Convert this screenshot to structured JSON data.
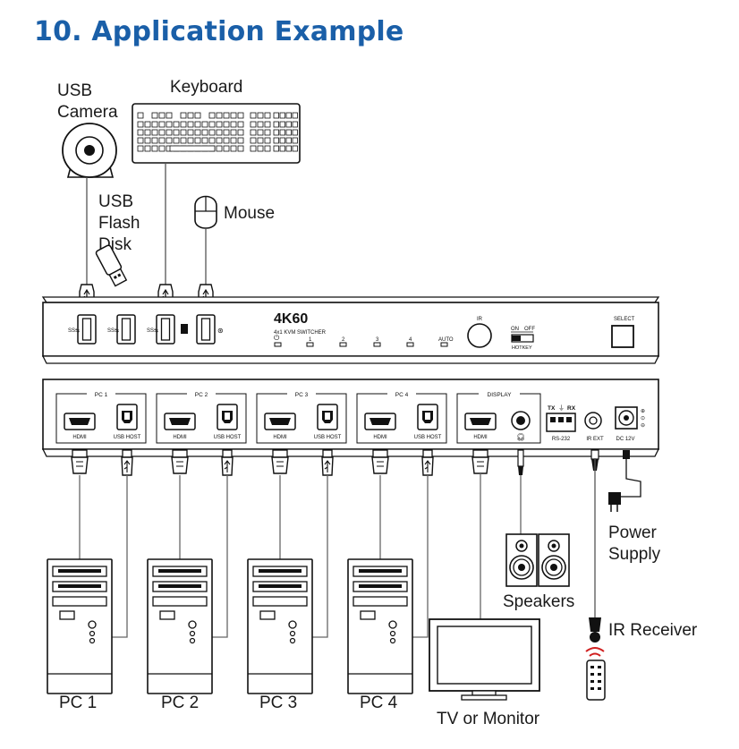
{
  "heading": {
    "text": "10. Application Example",
    "color": "#1a5fa8"
  },
  "peripherals": {
    "usb_camera": [
      "USB",
      "Camera"
    ],
    "keyboard": "Keyboard",
    "usb_flash_disk": [
      "USB",
      "Flash",
      "Disk"
    ],
    "mouse": "Mouse"
  },
  "front_panel": {
    "model": "4K60",
    "subtitle": "4x1 KVM SWITCHER",
    "channel_labels": [
      "1",
      "2",
      "3",
      "4",
      "AUTO"
    ],
    "ir_label": "IR",
    "hotkey_on": "ON",
    "hotkey_off": "OFF",
    "hotkey_label": "HOTKEY",
    "select_label": "SELECT"
  },
  "rear_panel": {
    "groups": [
      {
        "title": "PC 1",
        "hdmi": "HDMI",
        "usb_host": "USB HOST"
      },
      {
        "title": "PC 2",
        "hdmi": "HDMI",
        "usb_host": "USB HOST"
      },
      {
        "title": "PC 3",
        "hdmi": "HDMI",
        "usb_host": "USB HOST"
      },
      {
        "title": "PC 4",
        "hdmi": "HDMI",
        "usb_host": "USB HOST"
      }
    ],
    "display": {
      "title": "DISPLAY",
      "hdmi": "HDMI"
    },
    "rs232": {
      "tx": "TX",
      "rx": "RX",
      "label": "RS-232"
    },
    "ir_ext": "IR EXT",
    "dc": "DC 12V"
  },
  "devices": {
    "pcs": [
      "PC 1",
      "PC 2",
      "PC 3",
      "PC 4"
    ],
    "tv": "TV or Monitor",
    "speakers": "Speakers",
    "power_supply": [
      "Power",
      "Supply"
    ],
    "ir_receiver": "IR Receiver"
  }
}
